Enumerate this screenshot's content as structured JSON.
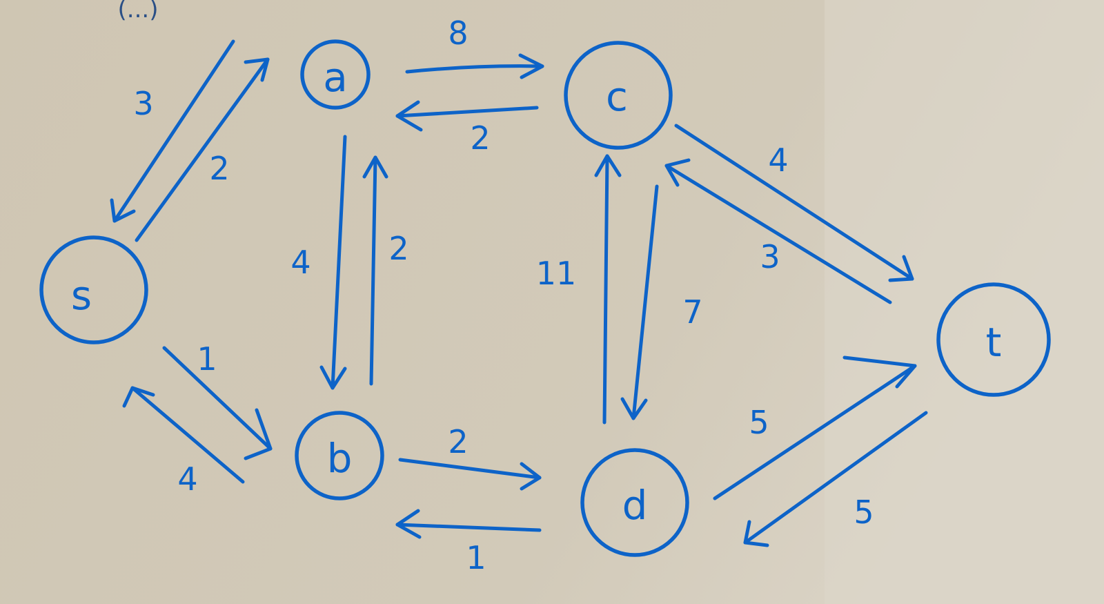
{
  "corner_text": "(...)",
  "colors": {
    "paper": "#cdc5b4",
    "paper_light": "#dcd6c8",
    "ink": "#0d63c8"
  },
  "nodes": [
    {
      "id": "s",
      "label": "s"
    },
    {
      "id": "a",
      "label": "a"
    },
    {
      "id": "b",
      "label": "b"
    },
    {
      "id": "c",
      "label": "c"
    },
    {
      "id": "d",
      "label": "d"
    },
    {
      "id": "t",
      "label": "t"
    }
  ],
  "edges": [
    {
      "from": "s",
      "to": "a",
      "weight": "2"
    },
    {
      "from": "a",
      "to": "s",
      "weight": "3"
    },
    {
      "from": "s",
      "to": "b",
      "weight": "1"
    },
    {
      "from": "b",
      "to": "s",
      "weight": "4"
    },
    {
      "from": "a",
      "to": "c",
      "weight": "8"
    },
    {
      "from": "c",
      "to": "a",
      "weight": "2"
    },
    {
      "from": "a",
      "to": "b",
      "weight": "4"
    },
    {
      "from": "b",
      "to": "a",
      "weight": "2"
    },
    {
      "from": "b",
      "to": "d",
      "weight": "2"
    },
    {
      "from": "d",
      "to": "b",
      "weight": "1"
    },
    {
      "from": "d",
      "to": "c",
      "weight": "11"
    },
    {
      "from": "c",
      "to": "d",
      "weight": "7"
    },
    {
      "from": "c",
      "to": "t",
      "weight": "4"
    },
    {
      "from": "t",
      "to": "c",
      "weight": "3"
    },
    {
      "from": "d",
      "to": "t",
      "weight": "5"
    },
    {
      "from": "t",
      "to": "d",
      "weight": "5"
    }
  ]
}
